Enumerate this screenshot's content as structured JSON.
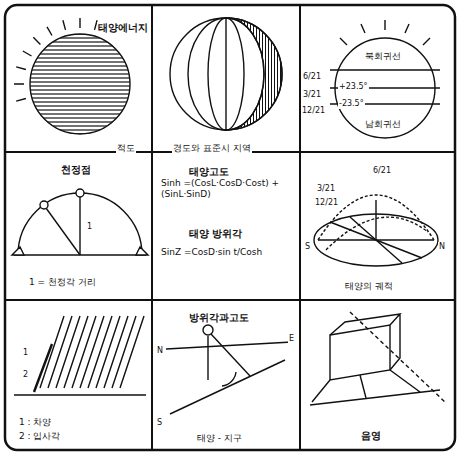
{
  "diagram": {
    "nodes": [
      {
        "text": [
          "태양에너지",
          "적도"
        ]
      },
      {
        "text": [
          "경도와 표준시 지역"
        ]
      },
      {
        "text": [
          "북회귀선",
          "남회귀선"
        ]
      },
      {
        "text": [
          "천정점",
          "1 = 천정각 거리"
        ]
      },
      {
        "text": [
          "태양고도",
          "Sinh =(CosL·CosD·Cost) +(SinL·SinD)",
          "태양 방위각",
          "SinZ =CosD·sin t/Cosh"
        ]
      },
      {
        "text": [
          "태양의 궤적"
        ]
      },
      {
        "text": [
          "1 : 차양",
          "2 : 입사각"
        ]
      },
      {
        "text": [
          "방위각과고도",
          "태양 - 지구"
        ]
      },
      {
        "text": [
          "음영"
        ]
      }
    ],
    "labels": [
      "6/21",
      "3/21",
      "12/21",
      "+23.5°",
      "-23.5°",
      "1",
      "6/21",
      "3/21",
      "12/21",
      "S",
      "N",
      "1",
      "2",
      "N",
      "S",
      "E"
    ]
  }
}
